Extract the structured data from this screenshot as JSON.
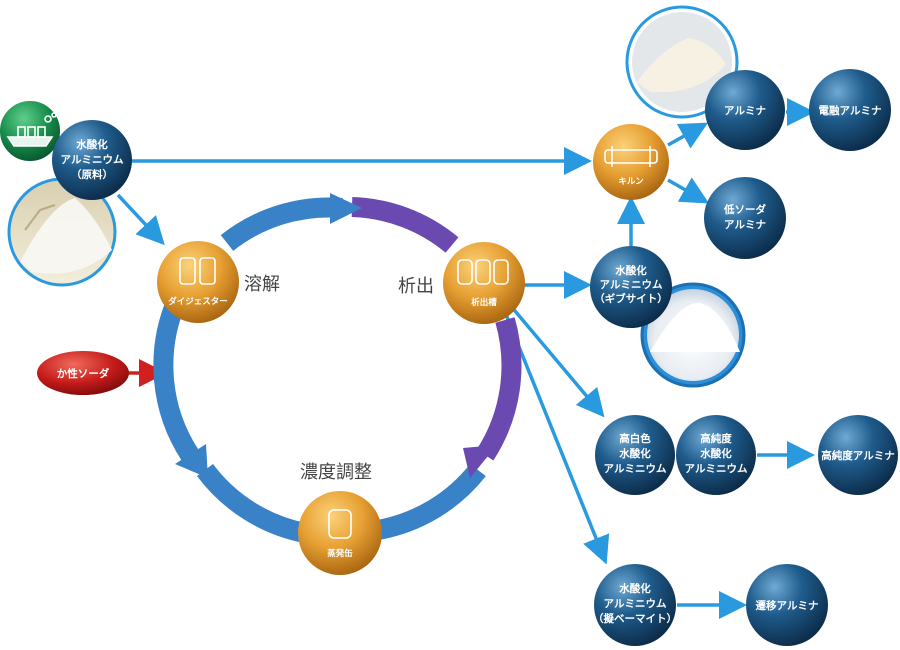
{
  "colors": {
    "arrow_blue": "#2a9ae0",
    "cycle_blue": "#3a82c8",
    "cycle_purple": "#6a4ab0",
    "orb_blue": "#1f5c8c",
    "orb_orange": "#e7a033",
    "oval_red": "#c41a1a",
    "arrow_red": "#d02020"
  },
  "process": {
    "steps": [
      {
        "label": "溶解",
        "equipment": "ダイジェスター"
      },
      {
        "label": "析出",
        "equipment": "析出槽"
      },
      {
        "label": "濃度調整",
        "equipment": "蒸発缶"
      }
    ]
  },
  "kiln": {
    "label": "キルン"
  },
  "inputs": {
    "raw_material": [
      "水酸化",
      "アルミニウム",
      "（原料）"
    ],
    "caustic_soda": "か性ソーダ"
  },
  "products": {
    "gibbsite": [
      "水酸化",
      "アルミニウム",
      "（ギブサイト）"
    ],
    "high_white": [
      "高白色",
      "水酸化",
      "アルミニウム"
    ],
    "high_purity_hydroxide": [
      "高純度",
      "水酸化",
      "アルミニウム"
    ],
    "boehmite": [
      "水酸化",
      "アルミニウム",
      "（擬ベーマイト）"
    ],
    "alumina": "アルミナ",
    "fused_alumina": "電融アルミナ",
    "low_soda": [
      "低ソーダ",
      "アルミナ"
    ],
    "high_purity_alumina": "高純度アルミナ",
    "transition_alumina": "遷移アルミナ"
  },
  "icons": [
    "ship-icon",
    "powder-photo",
    "tank-icon",
    "kiln-icon"
  ]
}
